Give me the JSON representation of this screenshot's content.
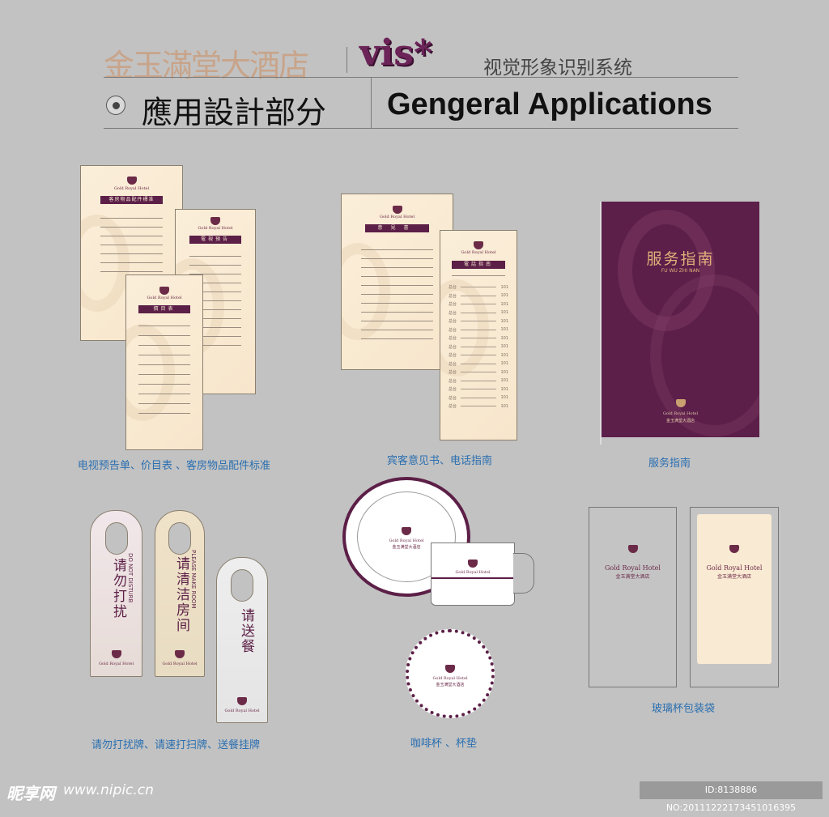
{
  "header": {
    "hotel_name": "金玉滿堂大酒店",
    "vis_logo": "vis*",
    "vis_subtitle": "视觉形象识别系统",
    "section_title_cn": "應用設計部分",
    "section_title_en": "Gengeral Applications"
  },
  "brand": {
    "name_en": "Gold Royal Hotel",
    "name_cn": "金玉满堂大酒店",
    "color_primary": "#5c1f47",
    "color_cream": "#f9ead3",
    "color_caption": "#2b6fb0"
  },
  "group1": {
    "cards": [
      "客房物品配件標准",
      "電視預告",
      "價目表"
    ],
    "caption": "电视预告单、价目表 、客房物品配件标准"
  },
  "group2": {
    "cards": [
      "意見書",
      "電話指南"
    ],
    "phone_rows": [
      {
        "label": "总台",
        "ext": "101"
      },
      {
        "label": "总台",
        "ext": "101"
      },
      {
        "label": "总台",
        "ext": "101"
      },
      {
        "label": "总台",
        "ext": "101"
      },
      {
        "label": "总台",
        "ext": "101"
      },
      {
        "label": "总台",
        "ext": "101"
      },
      {
        "label": "总台",
        "ext": "101"
      },
      {
        "label": "总台",
        "ext": "101"
      },
      {
        "label": "总台",
        "ext": "101"
      },
      {
        "label": "总台",
        "ext": "101"
      },
      {
        "label": "总台",
        "ext": "101"
      },
      {
        "label": "总台",
        "ext": "101"
      },
      {
        "label": "总台",
        "ext": "101"
      },
      {
        "label": "总台",
        "ext": "101"
      },
      {
        "label": "总台",
        "ext": "101"
      }
    ],
    "caption": "宾客意见书、电话指南"
  },
  "group3": {
    "booklet_title": "服务指南",
    "booklet_pinyin": "FU WU ZHI NAN",
    "caption": "服务指南"
  },
  "group4": {
    "hangers": [
      {
        "cn": "请勿打扰",
        "en": "DO NOT DISTURB"
      },
      {
        "cn": "请清洁房间",
        "en": "PLEASE MAKE ROOM"
      },
      {
        "cn": "请送餐",
        "en": ""
      }
    ],
    "caption": "请勿打扰牌、请速打扫牌、送餐挂牌"
  },
  "group5": {
    "caption": "咖啡杯 、杯垫"
  },
  "group6": {
    "caption": "玻璃杯包装袋"
  },
  "footer": {
    "site_logo": "昵享网",
    "site_url": "www.nipic.cn",
    "image_id": "ID:8138886 NO:20111222173451016395"
  }
}
